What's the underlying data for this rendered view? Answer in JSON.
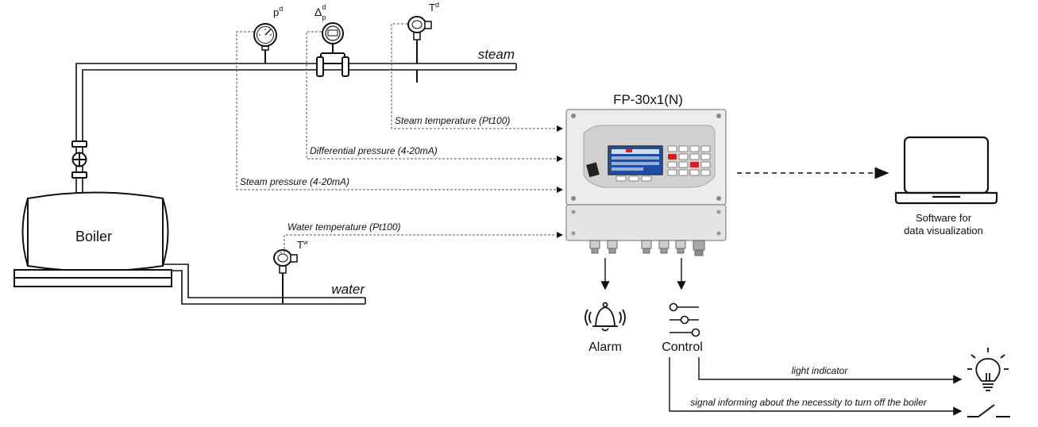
{
  "boiler": {
    "label": "Boiler"
  },
  "pipes": {
    "steam_label": "steam",
    "water_label": "water"
  },
  "sensors": {
    "pressure_symbol": "p",
    "pressure_sup": "d",
    "diff_symbol": "Δ",
    "diff_sub": "p",
    "diff_sup": "d",
    "steam_temp_symbol": "T",
    "steam_temp_sup": "d",
    "water_temp_symbol": "T",
    "water_temp_sup": "w"
  },
  "signals": {
    "steam_temperature": "Steam temperature (Pt100)",
    "differential_pressure": "Differential pressure (4-20mA)",
    "steam_pressure": "Steam pressure (4-20mA)",
    "water_temperature": "Water temperature (Pt100)"
  },
  "device": {
    "name": "FP-30x1(N)"
  },
  "software": {
    "line1": "Software for",
    "line2": "data visualization"
  },
  "outputs": {
    "alarm": "Alarm",
    "control": "Control",
    "light_indicator": "light indicator",
    "turn_off_signal": "signal informing about the necessity to turn off the boiler"
  },
  "colors": {
    "line": "#111111",
    "device_body": "#e9e9e9",
    "device_panel": "#d4d4d4",
    "screen": "#1d4fa8",
    "key_red": "#d42020"
  }
}
